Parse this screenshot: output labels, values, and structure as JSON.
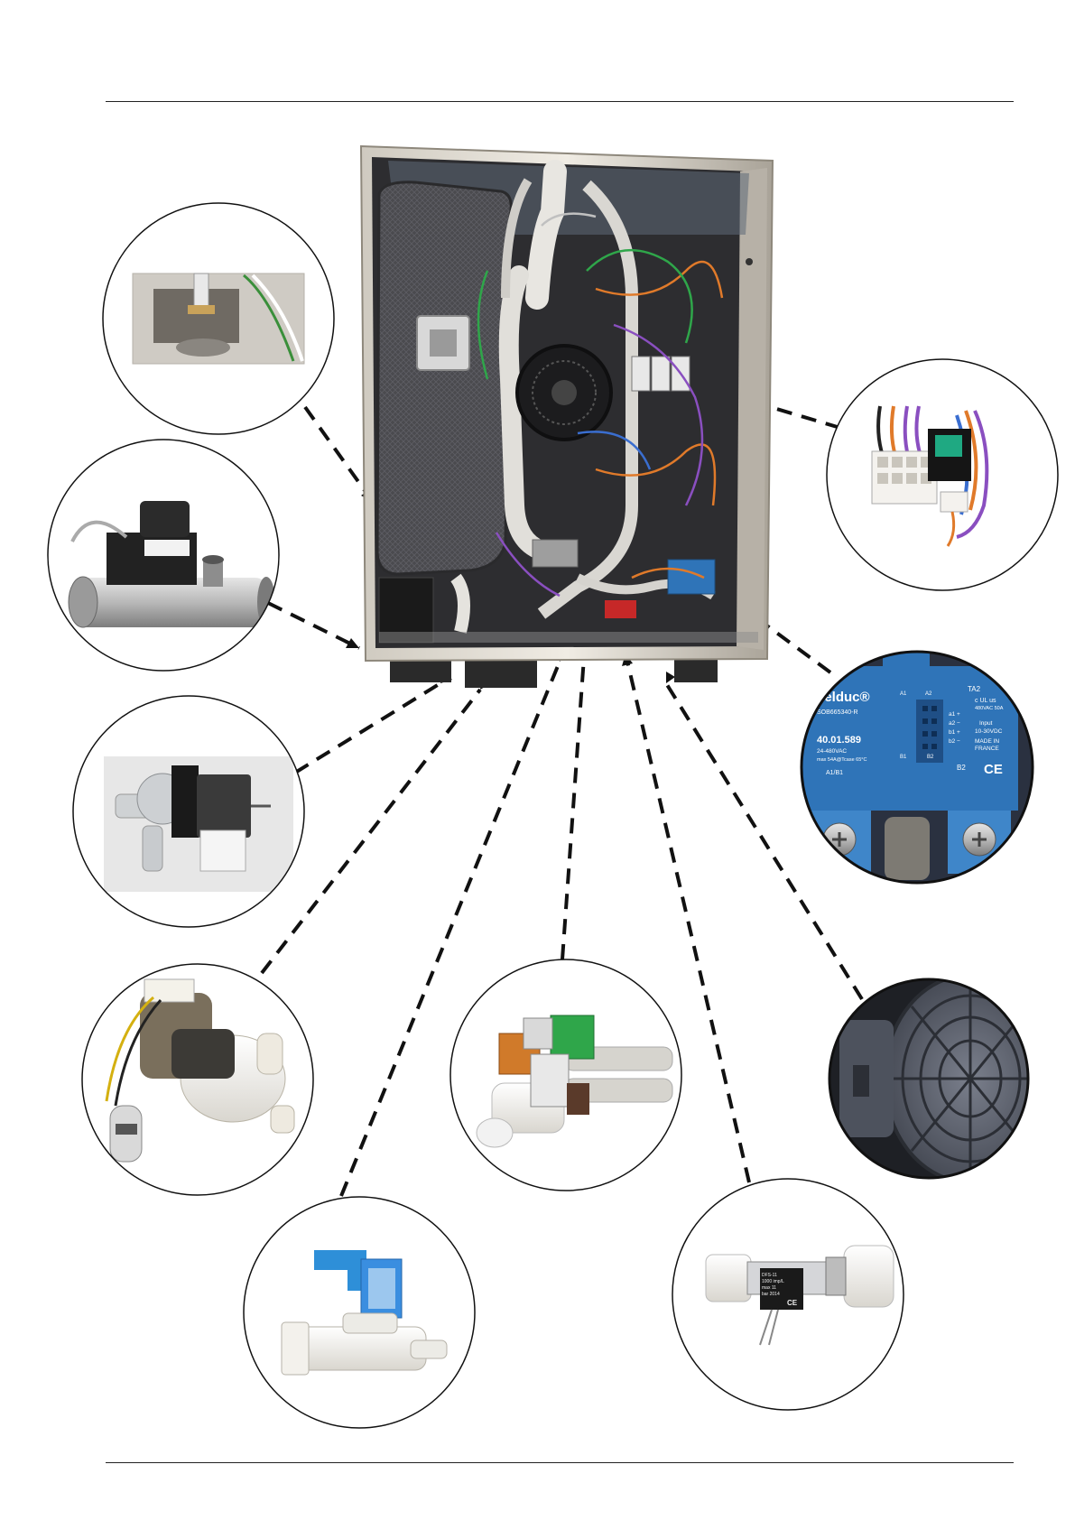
{
  "header_rule": true,
  "footer_rule": true,
  "colors": {
    "page": "#ffffff",
    "line": "#111111",
    "frame": "#b9b4ab",
    "cabinet_dark": "#2d2d30",
    "insulation": "#4a4a4e",
    "relay_blue": "#2f74b8",
    "valve_green": "#2fa64a",
    "valve_orange": "#d07a2a",
    "wire_orange": "#e07a2a",
    "wire_purple": "#8a4fc0"
  },
  "callouts": [
    {
      "id": "thermostat-bracket",
      "icon": "bracket-photo"
    },
    {
      "id": "solenoid-tube-valve",
      "icon": "solenoid-valve-photo"
    },
    {
      "id": "drain-pump",
      "icon": "drain-pump-photo"
    },
    {
      "id": "wash-pump",
      "icon": "wash-pump-photo"
    },
    {
      "id": "inlet-valve-single",
      "icon": "inlet-valve-photo"
    },
    {
      "id": "inlet-valve-double",
      "icon": "double-valve-photo"
    },
    {
      "id": "flow-meter",
      "icon": "flow-meter-photo"
    },
    {
      "id": "fan-motor",
      "icon": "fan-photo"
    },
    {
      "id": "solid-state-relay",
      "icon": "relay-photo"
    },
    {
      "id": "terminal-block",
      "icon": "terminal-photo"
    }
  ],
  "relay": {
    "brand": "celduc®",
    "model": "SOB665340-R",
    "part": "40.01.589",
    "voltage": "24-480VAC",
    "rating": "max 54A@Tcase 65°C",
    "pin_a1": "A1",
    "pin_a2": "A2",
    "pin_b1": "B1",
    "pin_b2": "B2",
    "pin_ta2": "TA2",
    "label_a1b1": "A1/B1",
    "label_b2": "B2",
    "line_a1": "a1 +",
    "line_a2": "a2 −",
    "line_b1": "b1 +",
    "line_b2": "b2 −",
    "out_rating": "480VAC 50A",
    "input_title": "Input",
    "input_range": "10-30VDC",
    "made_in_1": "MADE IN",
    "made_in_2": "FRANCE",
    "ul_mark": "c UL us",
    "ce_mark": "CE"
  },
  "flow_meter": {
    "line1": "DFS-11",
    "line2": "1000 imp/L",
    "line3": "max 11",
    "line4": "bar 2014",
    "ce_mark": "CE"
  }
}
